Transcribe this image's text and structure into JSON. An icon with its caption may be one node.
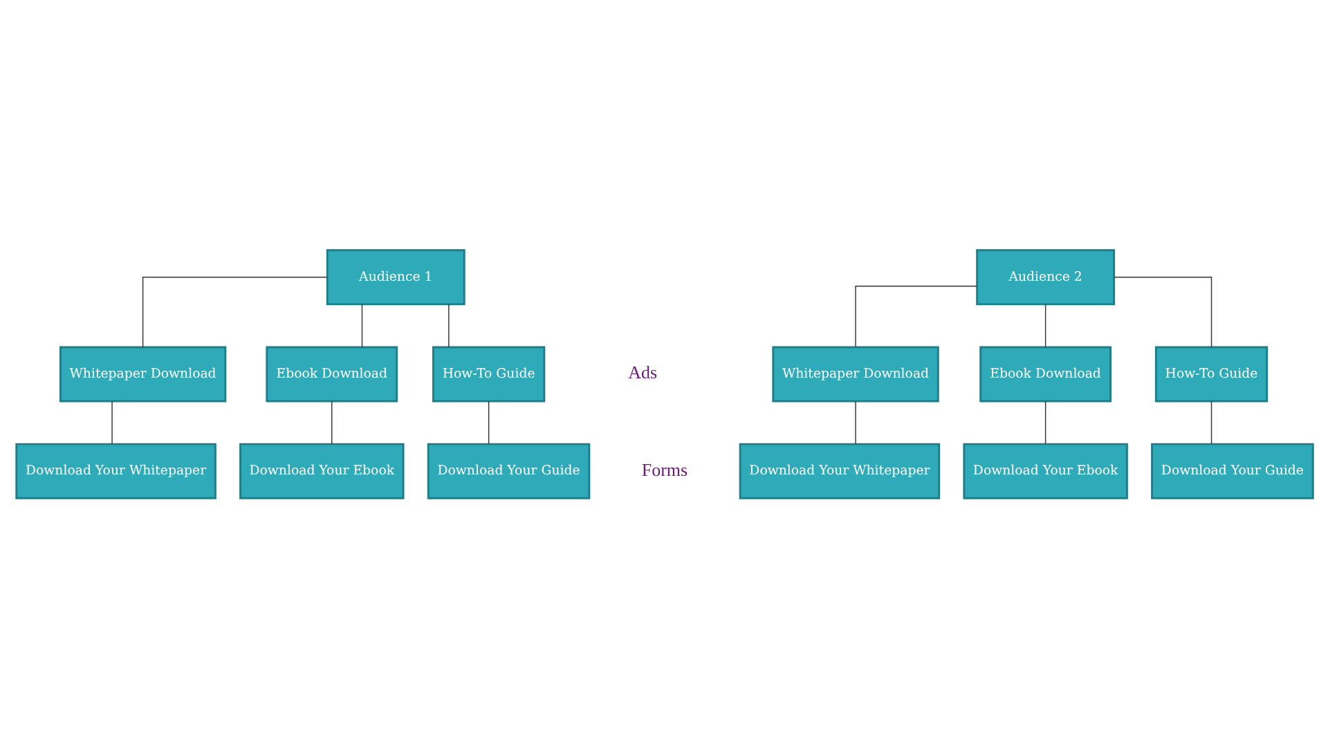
{
  "diagram": {
    "nodes": [
      {
        "text": [
          "Audience 1"
        ]
      },
      {
        "text": [
          "Audience 2"
        ]
      },
      {
        "text": [
          "Whitepaper Download"
        ]
      },
      {
        "text": [
          "Ebook Download"
        ]
      },
      {
        "text": [
          "How-To Guide"
        ]
      },
      {
        "text": [
          "Whitepaper Download"
        ]
      },
      {
        "text": [
          "Ebook Download"
        ]
      },
      {
        "text": [
          "How-To Guide"
        ]
      },
      {
        "text": [
          "Download Your Whitepaper"
        ]
      },
      {
        "text": [
          "Download Your Ebook"
        ]
      },
      {
        "text": [
          "Download Your Guide"
        ]
      },
      {
        "text": [
          "Download Your Whitepaper"
        ]
      },
      {
        "text": [
          "Download Your Ebook"
        ]
      },
      {
        "text": [
          "Download Your Guide"
        ]
      }
    ],
    "edges": [
      {
        "from": 0,
        "to": 2,
        "arrow": "none"
      },
      {
        "from": 0,
        "to": 3,
        "arrow": "none"
      },
      {
        "from": 0,
        "to": 4,
        "arrow": "none"
      },
      {
        "from": 1,
        "to": 5,
        "arrow": "none"
      },
      {
        "from": 1,
        "to": 6,
        "arrow": "none"
      },
      {
        "from": 1,
        "to": 7,
        "arrow": "none"
      },
      {
        "from": 2,
        "to": 8,
        "arrow": "none"
      },
      {
        "from": 3,
        "to": 9,
        "arrow": "none"
      },
      {
        "from": 4,
        "to": 10,
        "arrow": "none"
      },
      {
        "from": 5,
        "to": 11,
        "arrow": "none"
      },
      {
        "from": 6,
        "to": 12,
        "arrow": "none"
      },
      {
        "from": 7,
        "to": 13,
        "arrow": "none"
      }
    ],
    "labels": [
      "Ads",
      "Forms"
    ]
  }
}
